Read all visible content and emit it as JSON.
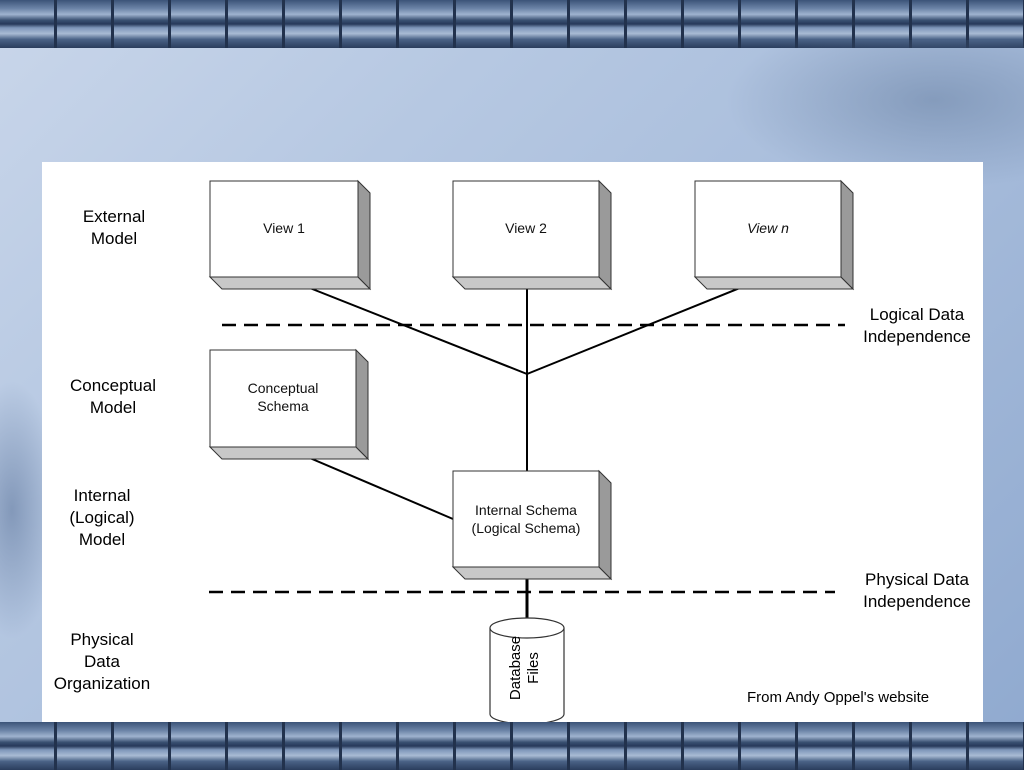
{
  "diagram": {
    "levels": {
      "external": [
        "External",
        "Model"
      ],
      "conceptual": [
        "Conceptual",
        "Model"
      ],
      "internal": [
        "Internal",
        "(Logical)",
        "Model"
      ],
      "physical": [
        "Physical",
        "Data",
        "Organization"
      ]
    },
    "boxes": {
      "view1": "View 1",
      "view2": "View 2",
      "viewn": "View n",
      "conceptual_schema": [
        "Conceptual",
        "Schema"
      ],
      "internal_schema": [
        "Internal Schema",
        "(Logical Schema)"
      ]
    },
    "database": [
      "Database",
      "Files"
    ],
    "independence": {
      "logical": [
        "Logical Data",
        "Independence"
      ],
      "physical": [
        "Physical Data",
        "Independence"
      ]
    },
    "credit": "From Andy Oppel's website"
  }
}
